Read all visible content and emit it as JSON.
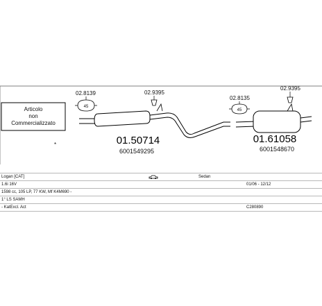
{
  "note_box": {
    "lines": [
      "Articolo",
      "non",
      "Commercializzato"
    ],
    "marker": "*"
  },
  "callouts": [
    {
      "code": "02.8139",
      "index": "45"
    },
    {
      "code": "02.9395"
    },
    {
      "code": "02.8135",
      "index": "45"
    },
    {
      "code": "02.9395"
    }
  ],
  "parts": [
    {
      "code": "01.50714",
      "ref": "6001549295"
    },
    {
      "code": "01.61058",
      "ref": "6001548670"
    }
  ],
  "info_rows": [
    {
      "col1": "Logan  [CAT]",
      "col2": "Sedan",
      "car_icon": "car-icon"
    },
    {
      "col1": "1.6i 16V",
      "col3": "01/06 - 12/12"
    },
    {
      "col1": "1598 cc, 105 LP, 77 KW, Mf K4M690 -"
    },
    {
      "col1": "  1° LS SAMH"
    },
    {
      "col1": "- KatExcl. Act",
      "col3": "C280890"
    }
  ]
}
